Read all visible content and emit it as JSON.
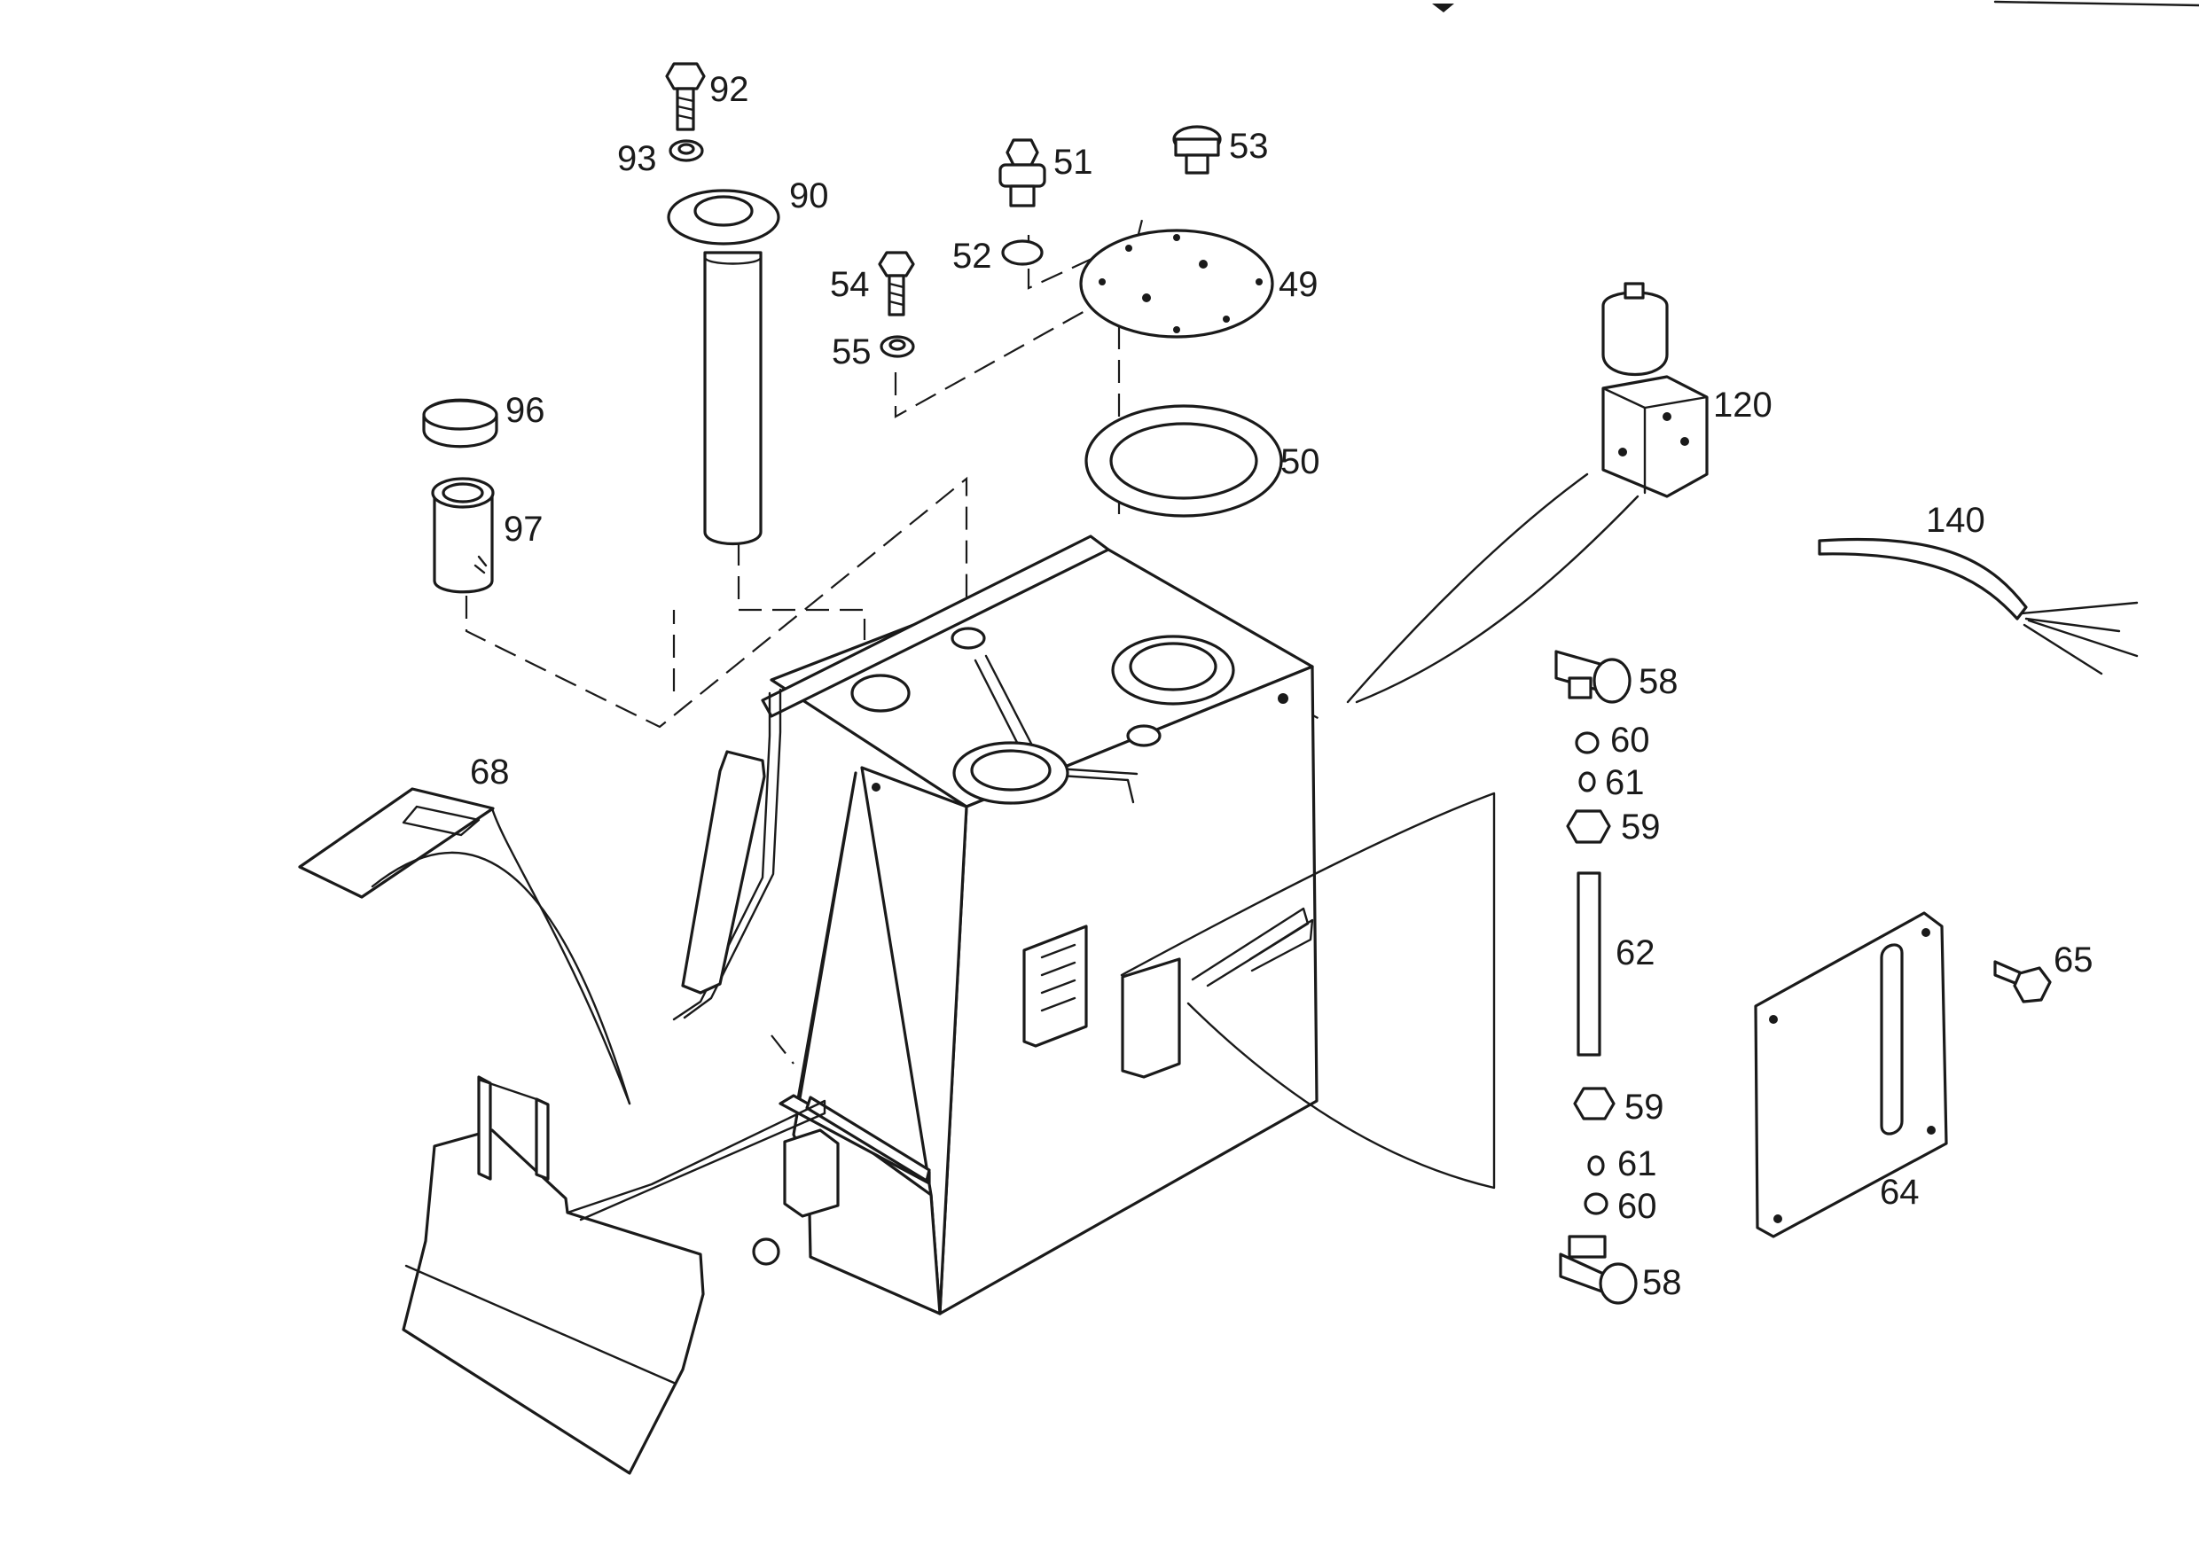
{
  "diagram": {
    "labels": {
      "p92": "92",
      "p93": "93",
      "p90": "90",
      "p51": "51",
      "p53": "53",
      "p52": "52",
      "p49": "49",
      "p54": "54",
      "p55": "55",
      "p96": "96",
      "p50": "50",
      "p120": "120",
      "p97": "97",
      "p140": "140",
      "p58a": "58",
      "p60a": "60",
      "p61a": "61",
      "p59a": "59",
      "p68": "68",
      "p62": "62",
      "p65": "65",
      "p59b": "59",
      "p61b": "61",
      "p60b": "60",
      "p64": "64",
      "p58b": "58"
    }
  }
}
